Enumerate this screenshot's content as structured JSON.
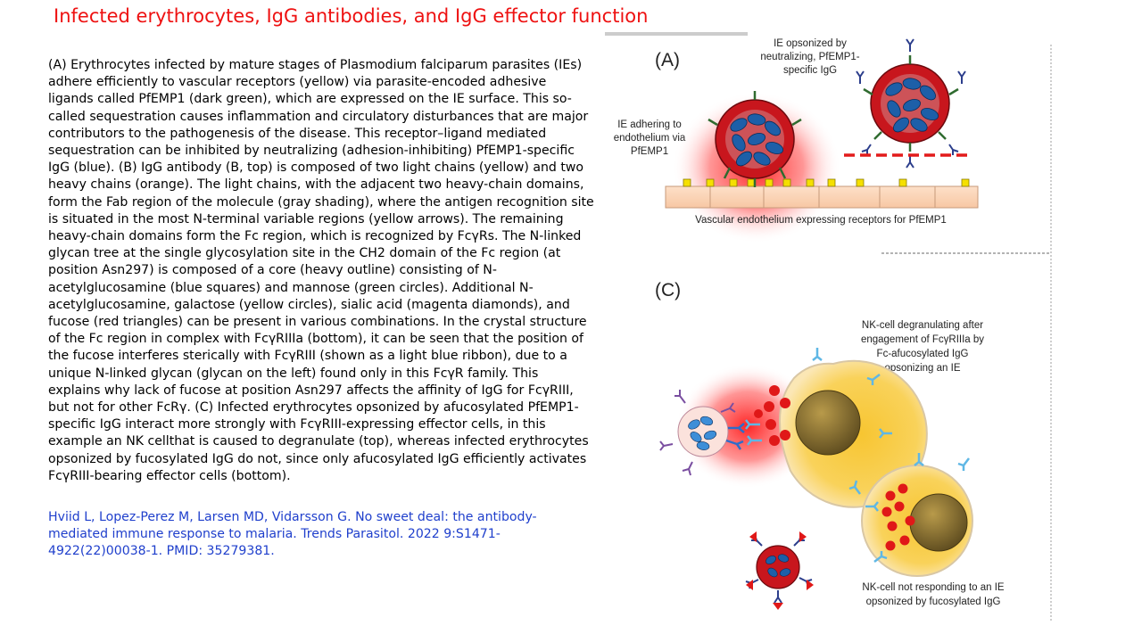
{
  "slide": {
    "title": "Infected erythrocytes, IgG antibodies, and IgG effector function",
    "body": "(A) Erythrocytes infected by mature stages of Plasmodium falciparum parasites (IEs) adhere efficiently to vascular receptors (yellow) via parasite-encoded adhesive ligands called PfEMP1 (dark green), which are expressed on the IE surface. This so-called sequestration causes inflammation and circulatory disturbances that are major contributors to the pathogenesis of the disease. This receptor–ligand mediated sequestration can be inhibited by neutralizing (adhesion-inhibiting) PfEMP1-specific IgG (blue). (B) IgG antibody (B, top) is composed of two light chains (yellow) and two heavy chains (orange). The light chains, with the adjacent two heavy-chain domains, form the Fab region of the molecule (gray shading), where the antigen recognition site is situated in the most N-terminal variable regions (yellow arrows). The remaining heavy-chain domains form the Fc region, which is recognized by FcγRs. The N-linked glycan tree at the single glycosylation site in the CH2 domain of the Fc region (at position Asn297) is composed of a core (heavy outline) consisting of N-acetylglucosamine (blue squares) and mannose (green circles). Additional N-acetylglucosamine, galactose (yellow circles), sialic acid (magenta diamonds), and fucose (red triangles) can be present in various combinations. In the crystal structure of the Fc region in complex with FcγRIIIa (bottom), it can be seen that the position of the fucose interferes sterically with FcγRIII (shown as a light blue ribbon), due to a unique N-linked glycan (glycan on the left) found only in this FcγR family. This explains why lack of fucose at position Asn297 affects the affinity of IgG for FcγRIII, but not for other FcRγ. (C) Infected erythrocytes opsonized by afucosylated PfEMP1-specific IgG interact more strongly with FcγRIII-expressing effector cells, in this example an NK cellthat is caused to degranulate (top), whereas infected erythrocytes opsonized by fucosylated IgG do not, since only afucosylated IgG efficiently activates FcγRIII-bearing effector cells (bottom).",
    "reference": "Hviid L, Lopez-Perez M, Larsen MD, Vidarsson G. No sweet deal: the antibody-mediated immune response to malaria. Trends Parasitol. 2022 9:S1471-4922(22)00038-1. PMID: 35279381."
  },
  "figure": {
    "panel_a": "(A)",
    "panel_c": "(C)",
    "a_opsonized": [
      "IE opsonized by",
      "neutralizing, PfEMP1-",
      "specific IgG"
    ],
    "a_adhering": [
      "IE adhering to",
      "endothelium via",
      "PfEMP1"
    ],
    "a_endothelium": "Vascular endothelium expressing receptors for PfEMP1",
    "c_degranulating": [
      "NK-cell degranulating after",
      "engagement of FcγRIIIa by",
      "Fc-afucosylated IgG",
      "opsonizing an IE"
    ],
    "c_not_responding": [
      "NK-cell not responding to an IE",
      "opsonized by fucosylated IgG"
    ]
  },
  "colors": {
    "title": "#ee1111",
    "reference": "#1f3fcc",
    "ie_red": "#c8161d",
    "parasite_blue": "#1d5fa8",
    "pfemp1_green": "#2f6b2f",
    "receptor_yellow": "#f5e000",
    "nk_yellow": "#f7c531",
    "igg_blue": "#2c3e8c"
  }
}
